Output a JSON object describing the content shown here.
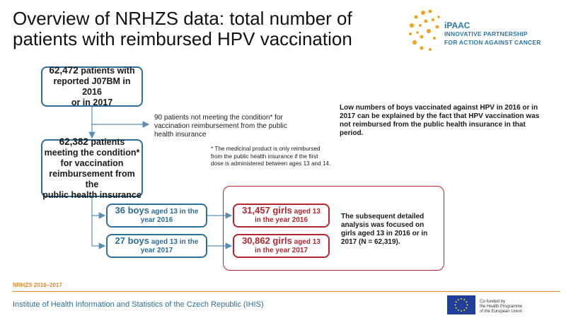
{
  "title": {
    "line1": "Overview of NRHZS data: total number of",
    "line2": "patients with reimbursed HPV vaccination"
  },
  "logo": {
    "name": "iPAAC",
    "line1": "INNOVATIVE PARTNERSHIP",
    "line2": "FOR ACTION AGAINST CANCER",
    "color": "#2b78a8",
    "dots_color": "#f0a21e"
  },
  "flow": {
    "total": {
      "count": "62,472",
      "label_a": "patients with",
      "label_b": "reported J07BM in 2016",
      "label_c": "or in 2017"
    },
    "excluded_note": "90 patients not meeting the condition* for vaccination reimbursement from the public health insurance",
    "meeting": {
      "count": "62,382",
      "label_a": "patients",
      "label_b": "meeting the condition*",
      "label_c": "for vaccination",
      "label_d": "reimbursement from the",
      "label_e": "public health insurance"
    },
    "footnote": "* The medicinal product is only reimbursed from the public health insurance if the first dose is administered between ages 13 and 14.",
    "boys_2016": {
      "count": "36 boys",
      "detail_a": "aged 13 in the",
      "detail_b": "year 2016"
    },
    "boys_2017": {
      "count": "27 boys",
      "detail_a": "aged 13 in the",
      "detail_b": "year 2017"
    },
    "girls_2016": {
      "count": "31,457 girls",
      "detail_a": "aged 13",
      "detail_b": "in the year 2016"
    },
    "girls_2017": {
      "count": "30,862 girls",
      "detail_a": "aged 13",
      "detail_b": "in the year 2017"
    },
    "boys_note": "Low numbers of boys vaccinated against HPV in 2016 or in 2017 can be explained by the fact that HPV vaccination was not reimbursed from the public health insurance in that period.",
    "girls_note": "The subsequent detailed analysis was focused on girls aged 13 in 2016 or in 2017 (N = 62,319)."
  },
  "footer": {
    "source": "NRHZS 2016–2017",
    "institute": "Institute of Health Information and Statistics of the Czech Republic (IHIS)",
    "eu_line1": "Co-funded by",
    "eu_line2": "the Health Programme",
    "eu_line3": "of the European Union"
  },
  "colors": {
    "boys_blue": "#2b6e99",
    "girls_red": "#b3262d",
    "accent_orange": "#e08a24"
  }
}
